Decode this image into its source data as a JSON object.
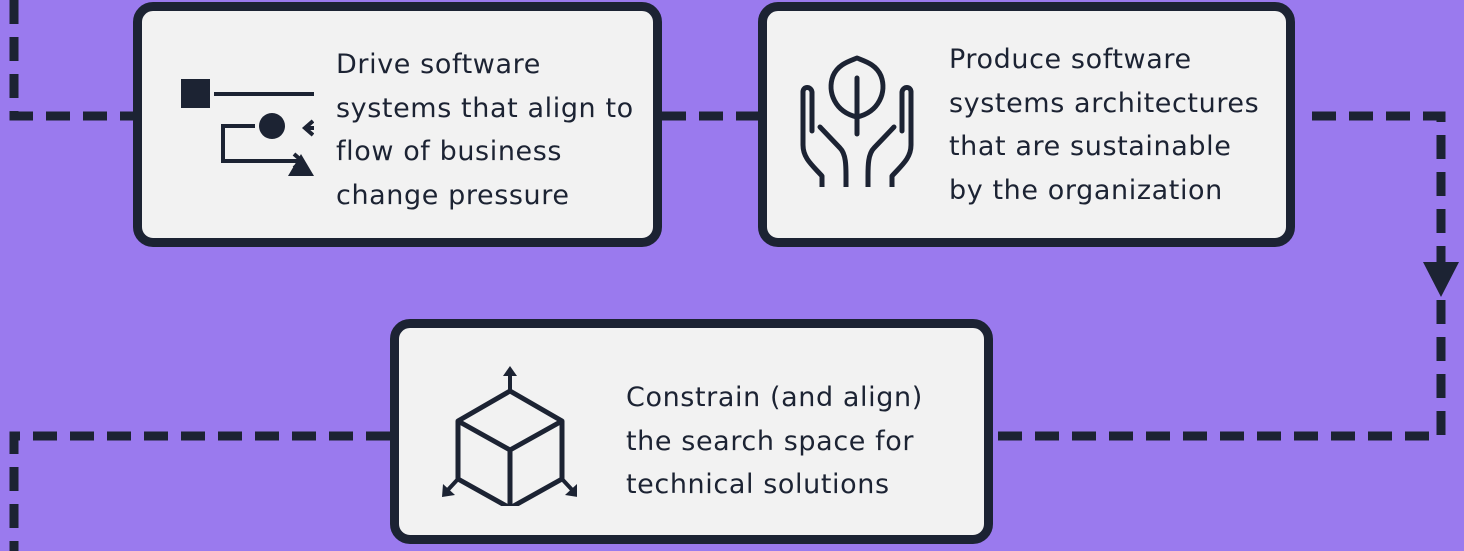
{
  "cards": [
    {
      "id": "drive",
      "icon": "flow-shapes-icon",
      "lines": [
        "Drive software",
        "systems that align to",
        "flow of business",
        "change pressure"
      ]
    },
    {
      "id": "produce",
      "icon": "hands-leaf-icon",
      "lines": [
        "Produce software",
        "systems architectures",
        "that are sustainable",
        "by the organization"
      ]
    },
    {
      "id": "constrain",
      "icon": "cube-arrows-icon",
      "lines": [
        "Constrain (and align)",
        "the search space for",
        "technical solutions"
      ]
    }
  ],
  "colors": {
    "background": "#9a7aee",
    "card": "#f2f2f2",
    "ink": "#1c2333"
  }
}
